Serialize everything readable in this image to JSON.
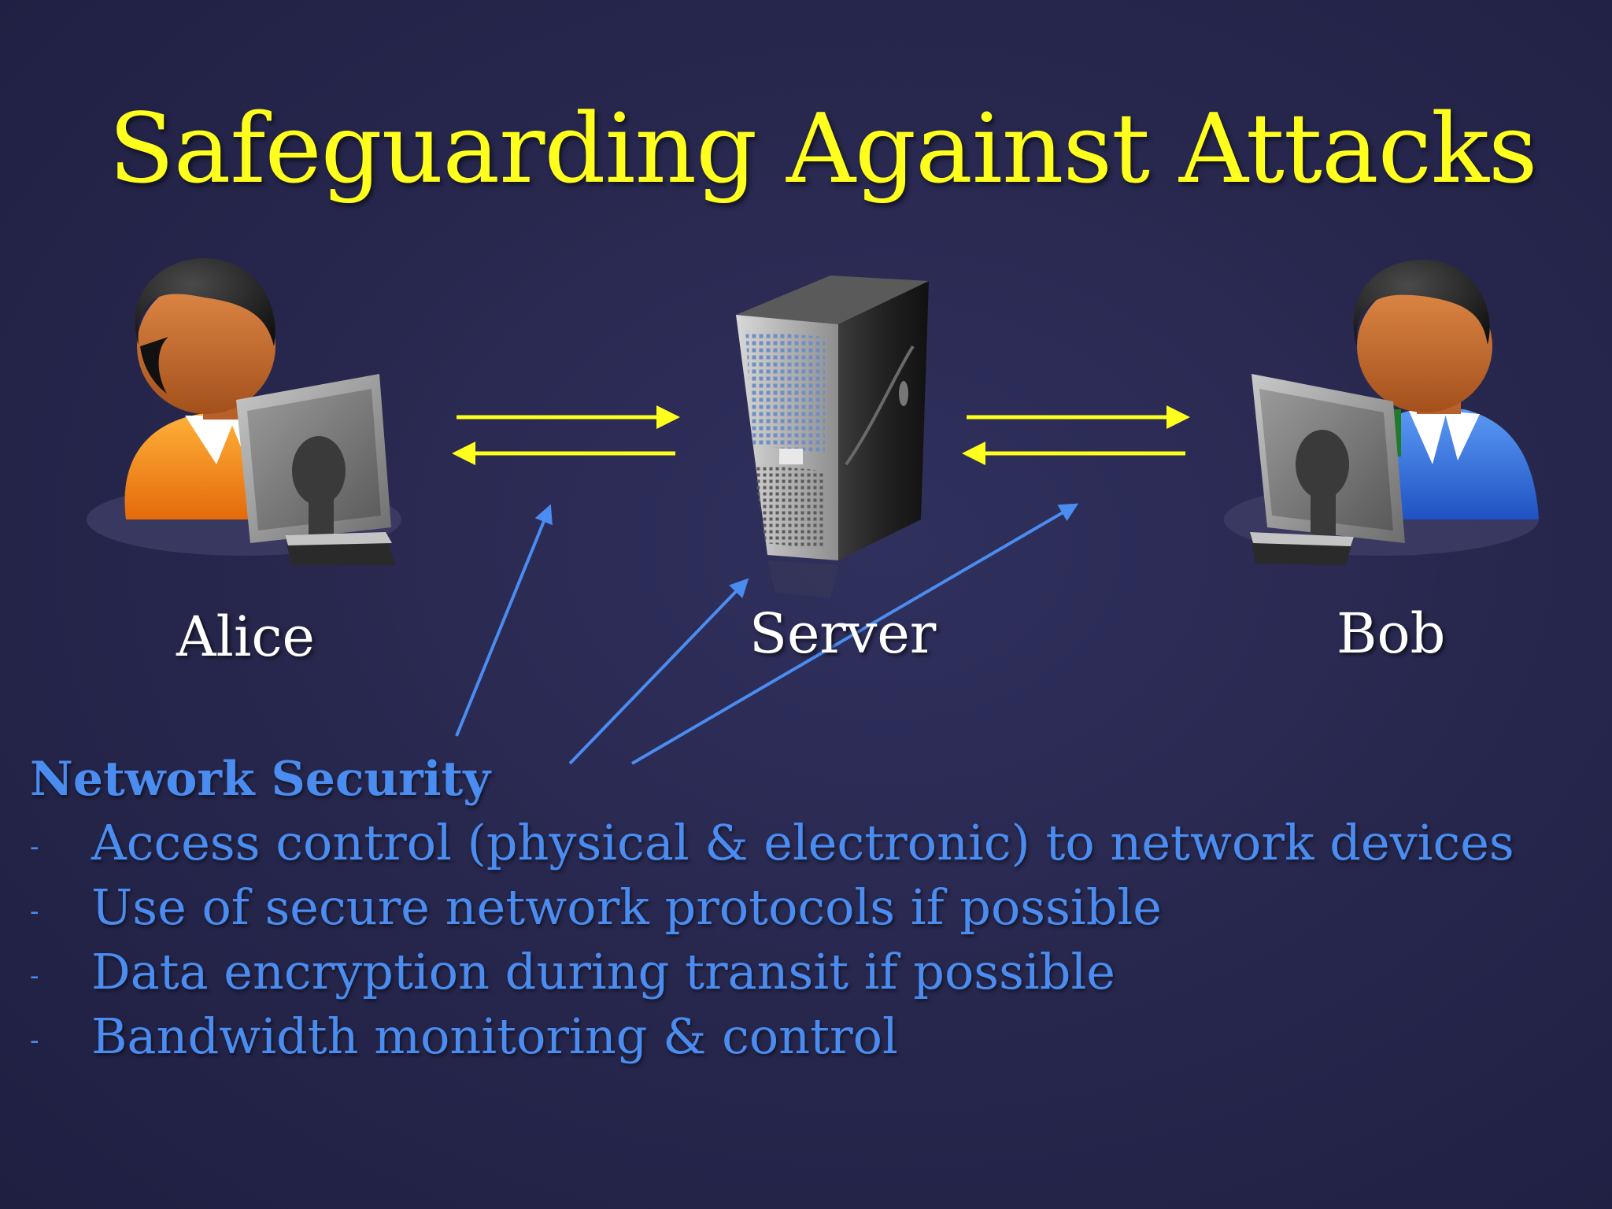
{
  "slide": {
    "title": "Safeguarding Against Attacks",
    "colors": {
      "title": "#ffff1e",
      "arrow_traffic": "#ffff1e",
      "arrow_pointer": "#4a8cf0",
      "bullet_text": "#4a8cf0",
      "label_text": "#ffffff",
      "background": "#28284f"
    }
  },
  "diagram": {
    "nodes": [
      {
        "id": "alice",
        "label": "Alice",
        "icon": "user-with-computer-icon"
      },
      {
        "id": "server",
        "label": "Server",
        "icon": "server-tower-icon"
      },
      {
        "id": "bob",
        "label": "Bob",
        "icon": "user-with-computer-icon"
      }
    ]
  },
  "content": {
    "heading": "Network Security",
    "items": [
      {
        "dash": "-",
        "text": "Access control (physical & electronic) to network devices"
      },
      {
        "dash": "-",
        "text": "Use of secure network protocols if possible"
      },
      {
        "dash": "-",
        "text": "Data encryption during transit if possible"
      },
      {
        "dash": "-",
        "text": "Bandwidth monitoring & control"
      }
    ]
  }
}
